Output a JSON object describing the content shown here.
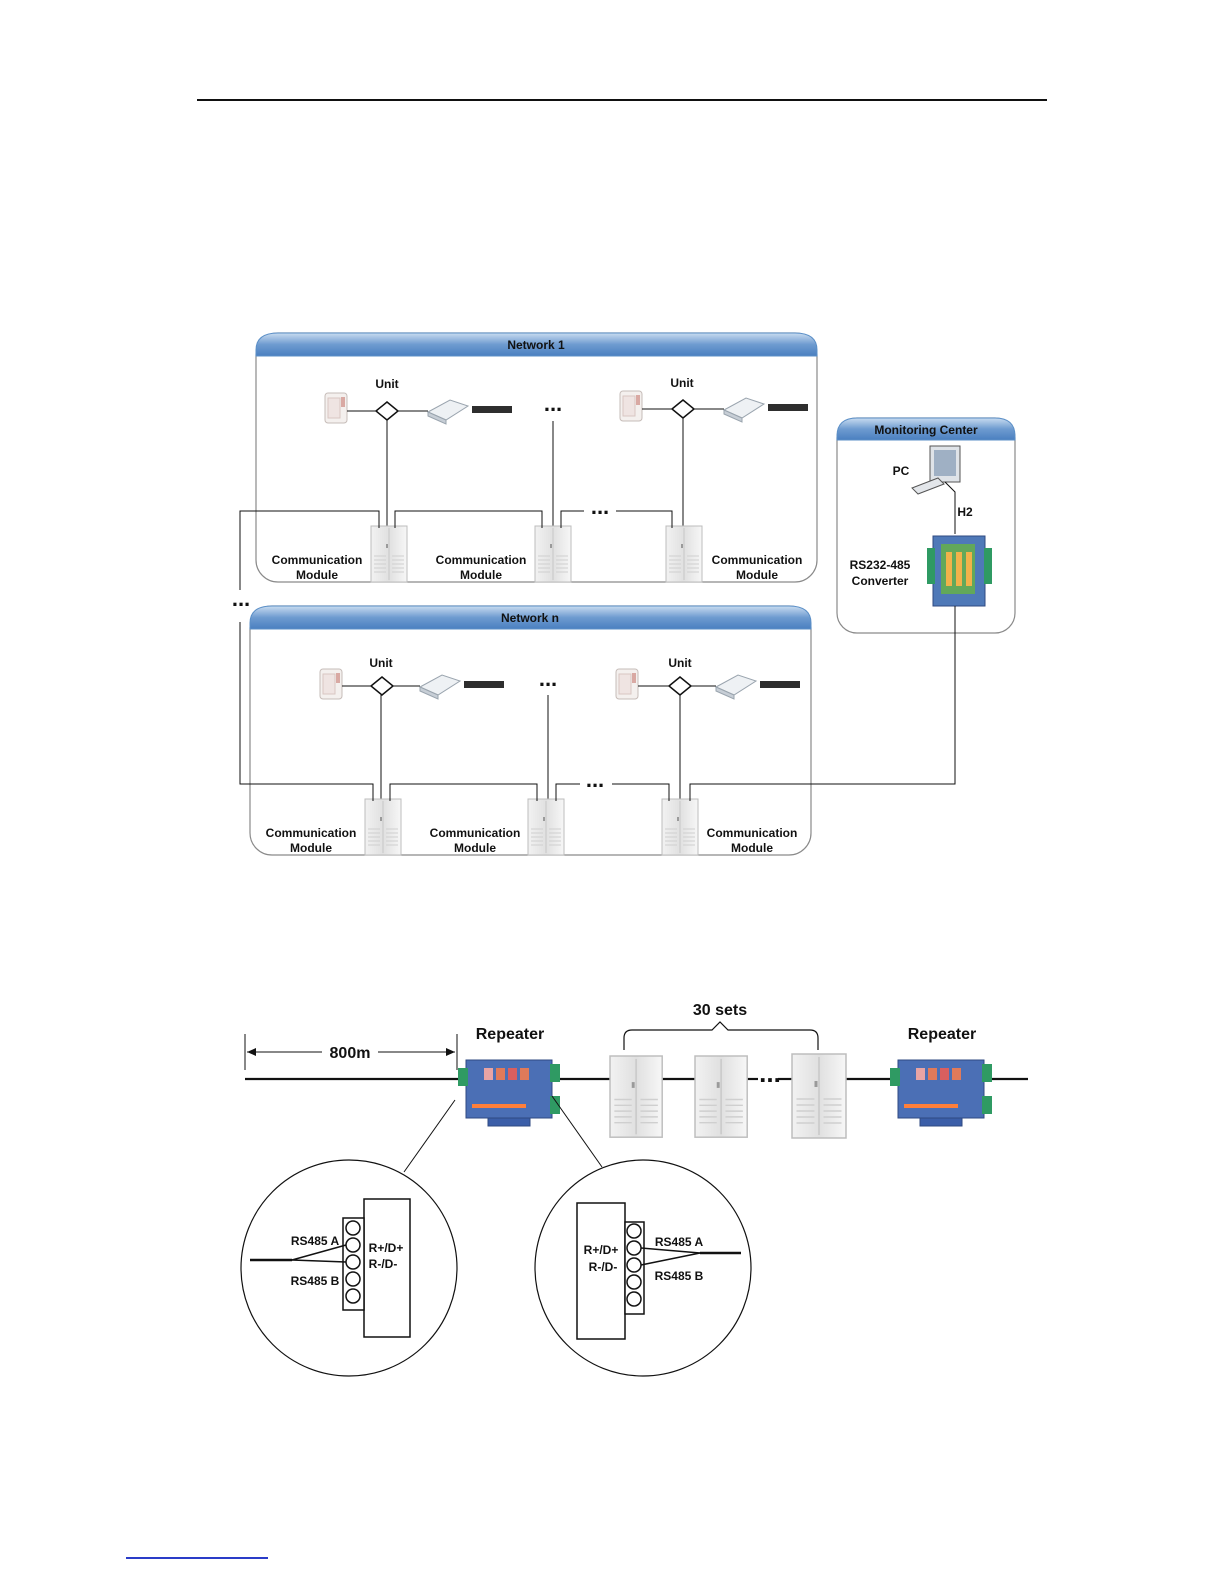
{
  "diagram1": {
    "network_1": {
      "title": "Network 1",
      "unit_label_left": "Unit",
      "unit_label_right": "Unit",
      "module_left": [
        "Communication",
        "Module"
      ],
      "module_mid": [
        "Communication",
        "Module"
      ],
      "module_right": [
        "Communication",
        "Module"
      ]
    },
    "network_n": {
      "title": "Network n",
      "unit_label_left": "Unit",
      "unit_label_right": "Unit",
      "module_left": [
        "Communication",
        "Module"
      ],
      "module_mid": [
        "Communication",
        "Module"
      ],
      "module_right": [
        "Communication",
        "Module"
      ]
    },
    "monitoring": {
      "title": "Monitoring Center",
      "pc_label": "PC",
      "link_label": "H2",
      "converter_label": [
        "RS232-485",
        "Converter"
      ]
    },
    "ellipsis": "..."
  },
  "diagram2": {
    "distance_label": "800m",
    "repeater_left": "Repeater",
    "repeater_right": "Repeater",
    "sets_label": "30 sets",
    "ellipsis": "...",
    "detail_left": {
      "terminal_top": "R+/D+",
      "terminal_bottom": "R-/D-",
      "wire_a": "RS485 A",
      "wire_b": "RS485 B"
    },
    "detail_right": {
      "terminal_top": "R+/D+",
      "terminal_bottom": "R-/D-",
      "wire_a": "RS485 A",
      "wire_b": "RS485 B"
    }
  },
  "colors": {
    "network_header": "#5b8fc7",
    "network_header_light": "#a9c7e8",
    "device_blue": "#4a73b8",
    "line": "#111111"
  }
}
